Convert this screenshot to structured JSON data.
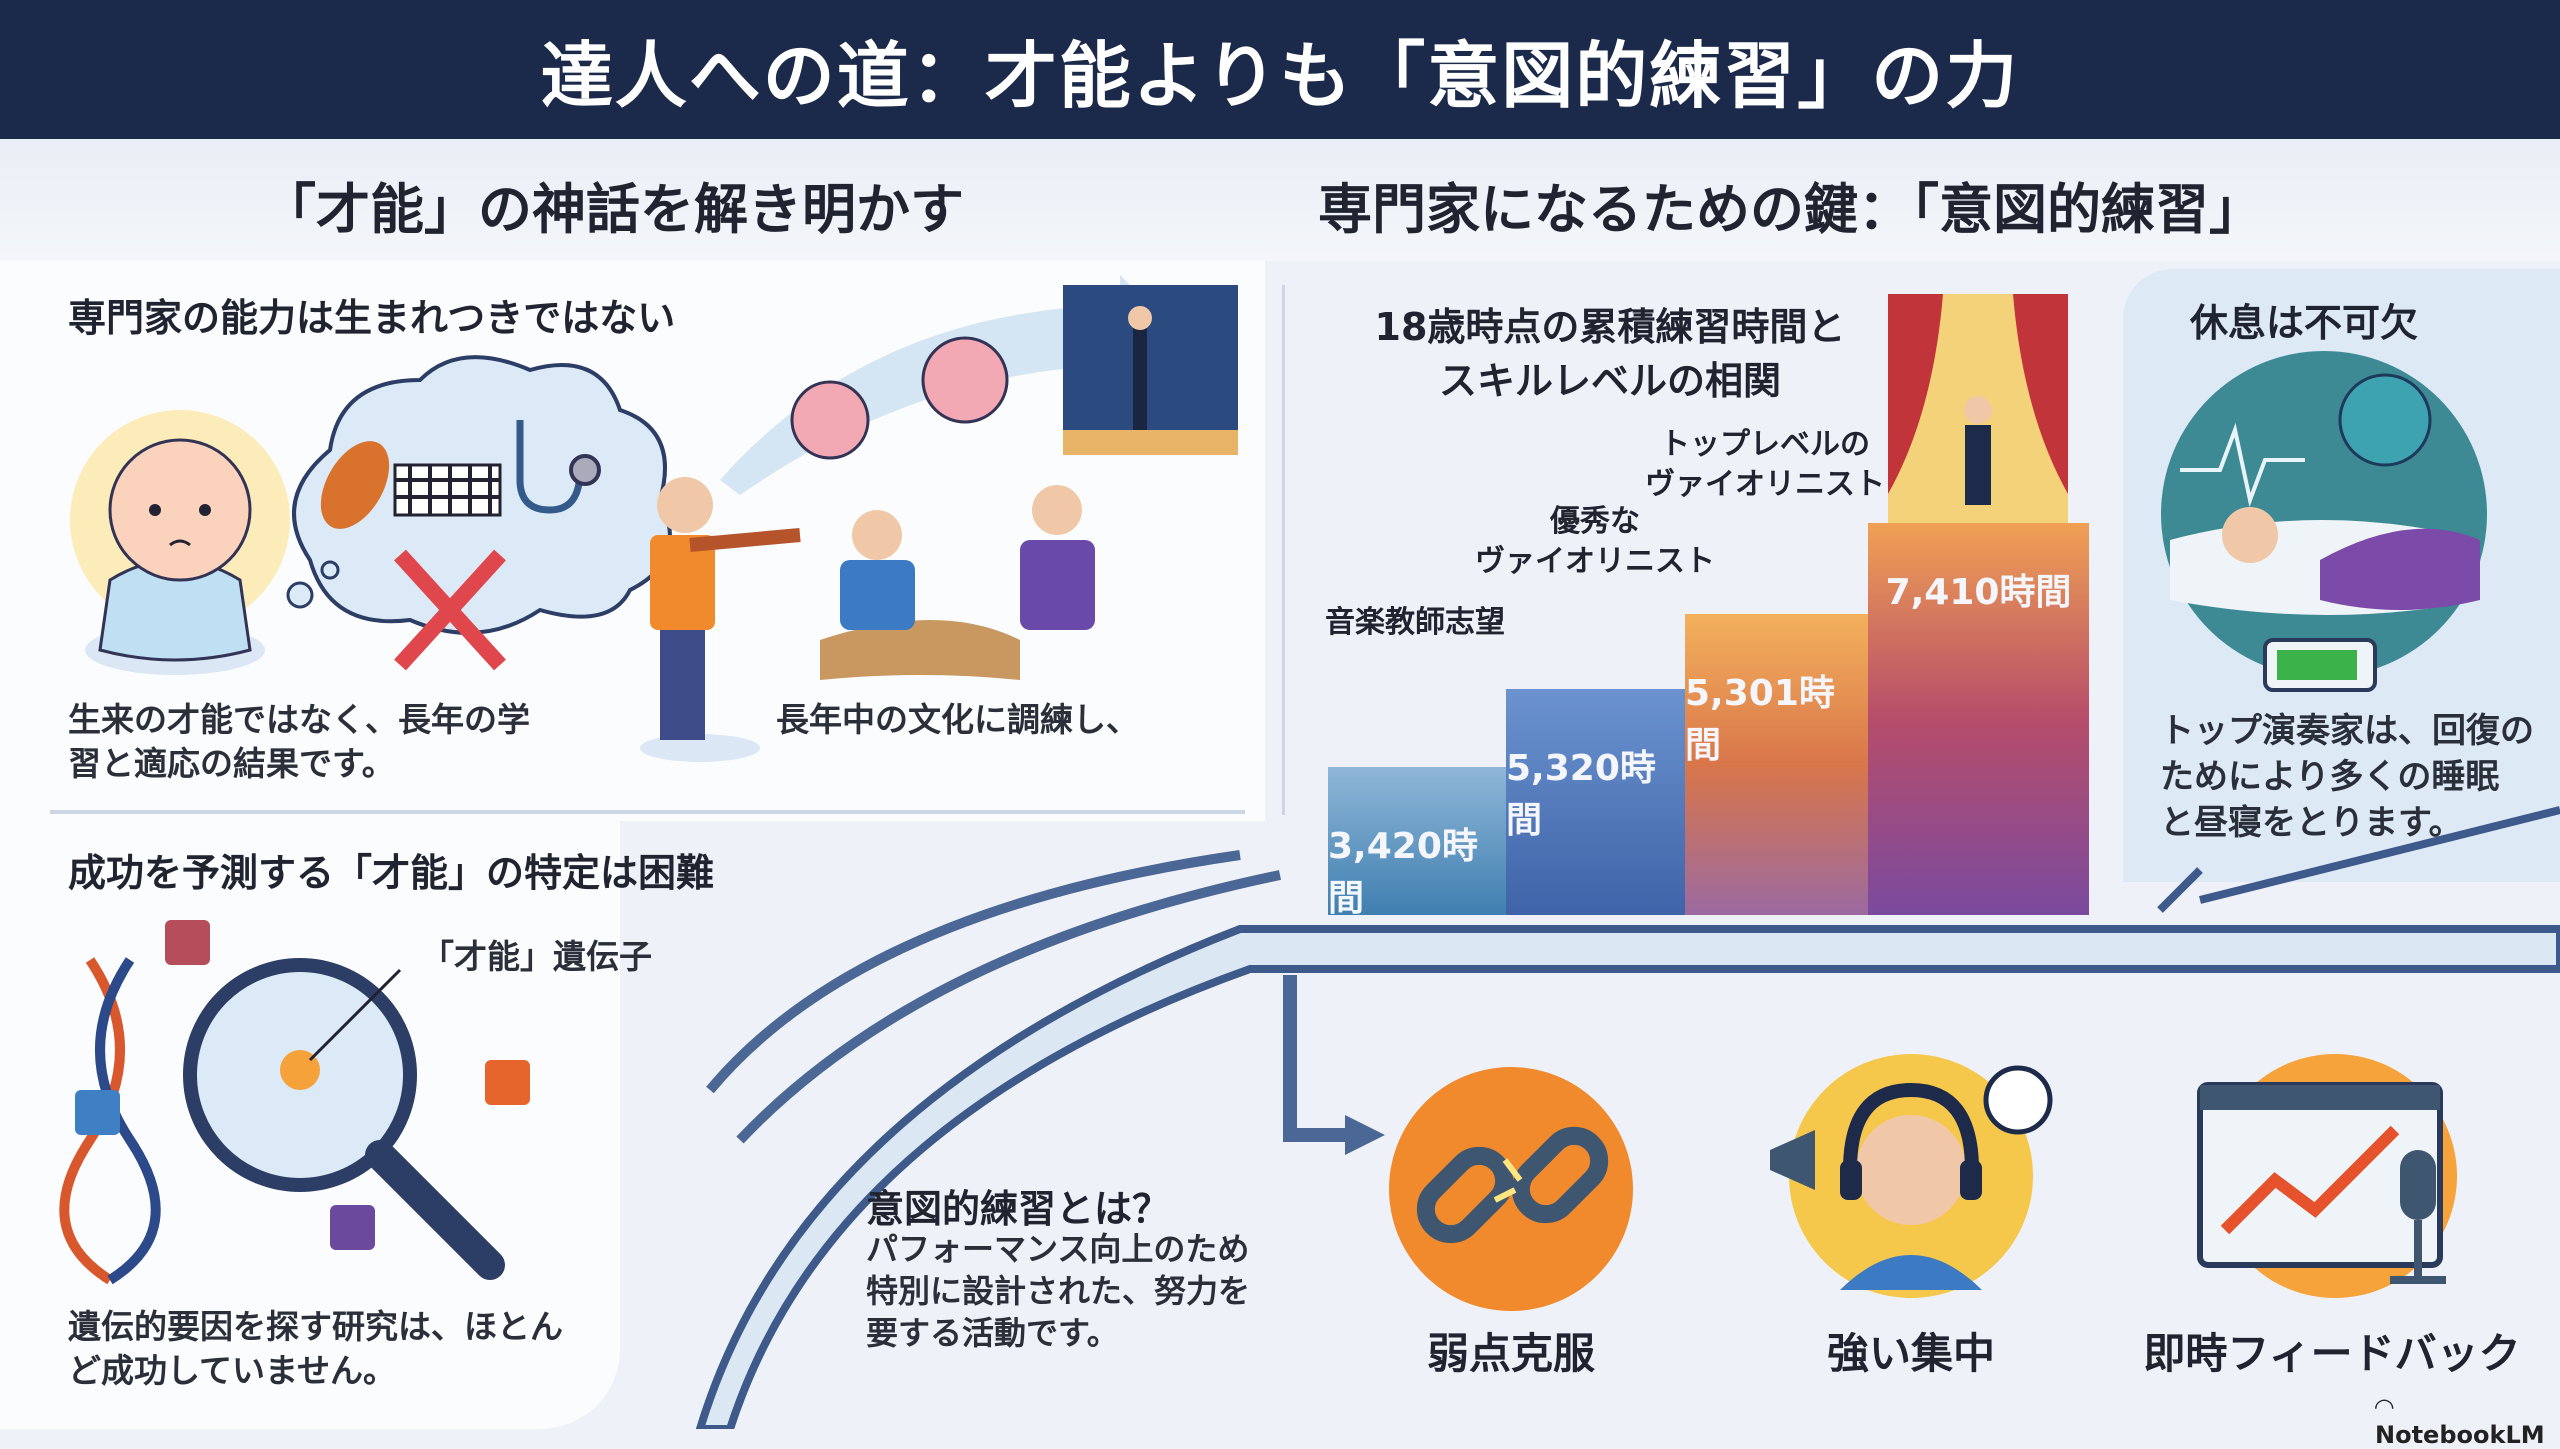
{
  "title": "達人への道：才能よりも「意図的練習」の力",
  "left_heading": "「才能」の神話を解き明かす",
  "right_heading": "専門家になるための鍵：「意図的練習」",
  "section1": {
    "title": "専門家の能力は生まれつきではない",
    "text_a": "生来の才能ではなく、長年の学習と適応の結果です。",
    "text_a_line1": "生来の才能ではなく、長年の学",
    "text_a_line2": "習と適応の結果です。",
    "text_b": "長年中の文化に調練し、"
  },
  "section2": {
    "title": "成功を予測する「才能」の特定は困難",
    "gene_label": "「才能」遺伝子",
    "text_line1": "遺伝的要因を探す研究は、ほとん",
    "text_line2": "ど成功していません。"
  },
  "chart": {
    "title_line1": "18歳時点の累積練習時間と",
    "title_line2": "スキルレベルの相関",
    "steps": [
      {
        "label": "音楽教師志望",
        "hours": 3420,
        "value_label": "3,420時間",
        "color": "#3f7fb0"
      },
      {
        "label_line1": "優秀な",
        "label_line2": "ヴァイオリニスト",
        "hours": 5320,
        "value_label": "5,320時間",
        "color": "#3f63a8"
      },
      {
        "label_line1": "トップレベルの",
        "label_line2": "ヴァイオリニスト",
        "hours": 5301,
        "value_label": "5,301時間",
        "color": "#d9764a"
      },
      {
        "hours": 7410,
        "value_label": "7,410時間",
        "color": "#8a4a8e"
      }
    ]
  },
  "rest": {
    "title": "休息は不可欠",
    "line1": "トップ演奏家は、回復の",
    "line2": "ためにより多くの睡眠",
    "line3": "と昼寝をとります。"
  },
  "deliberate": {
    "title": "意図的練習とは？",
    "line1": "パフォーマンス向上のため",
    "line2": "特別に設計された、努力を",
    "line3": "要する活動です。"
  },
  "pillars": [
    {
      "label": "弱点克服",
      "icon": "broken-chain-icon"
    },
    {
      "label": "強い集中",
      "icon": "headphones-focus-icon"
    },
    {
      "label": "即時フィードバック",
      "icon": "feedback-chart-icon"
    }
  ],
  "watermark": "NotebookLM",
  "colors": {
    "navy": "#1b2a4a",
    "panel": "#dde9f5",
    "accent_orange": "#f08a2c"
  }
}
